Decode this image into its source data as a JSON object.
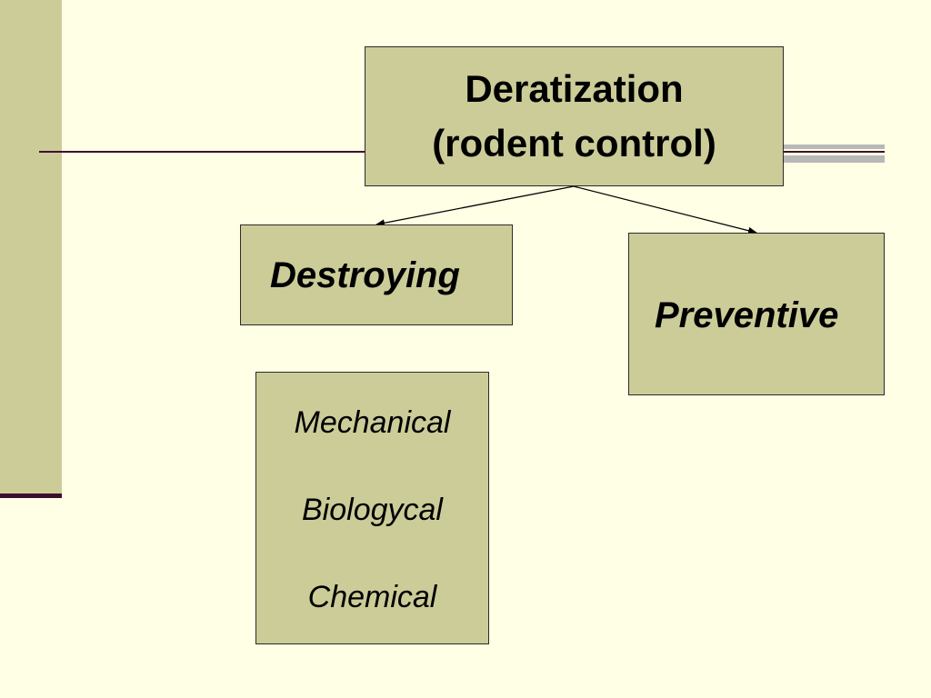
{
  "diagram": {
    "root": {
      "line1": "Deratization",
      "line2": "(rodent control)"
    },
    "branches": {
      "destroying": "Destroying",
      "preventive": "Preventive"
    },
    "methods": [
      "Mechanical",
      "Biologycal",
      "Chemical"
    ]
  },
  "colors": {
    "background": "#ffffe5",
    "box_fill": "#cccc99",
    "accent_rule": "#3d0f2e",
    "gray_rule": "#b8b8b8"
  }
}
